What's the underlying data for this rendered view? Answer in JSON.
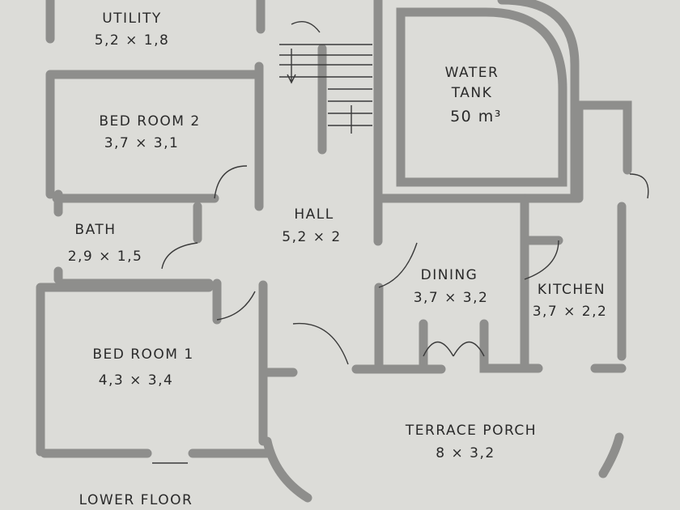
{
  "title": "LOWER FLOOR",
  "rooms": {
    "utility": {
      "name": "UTILITY",
      "size": "5,2 × 1,8"
    },
    "bedroom2": {
      "name": "BED ROOM 2",
      "size": "3,7 × 3,1"
    },
    "bath": {
      "name": "BATH",
      "size": "2,9 × 1,5"
    },
    "bedroom1": {
      "name": "BED ROOM 1",
      "size": "4,3 × 3,4"
    },
    "hall": {
      "name": "HALL",
      "size": "5,2 × 2"
    },
    "water_tank": {
      "name": "WATER",
      "name2": "TANK",
      "size": "50 m³"
    },
    "dining": {
      "name": "DINING",
      "size": "3,7 × 3,2"
    },
    "kitchen": {
      "name": "KITCHEN",
      "size": "3,7 × 2,2"
    },
    "terrace": {
      "name": "TERRACE PORCH",
      "size": "8 × 3,2"
    }
  },
  "colors": {
    "paper": "#dcdcd8",
    "wall": "#8e8e8c",
    "ink": "#2a2a2a"
  }
}
